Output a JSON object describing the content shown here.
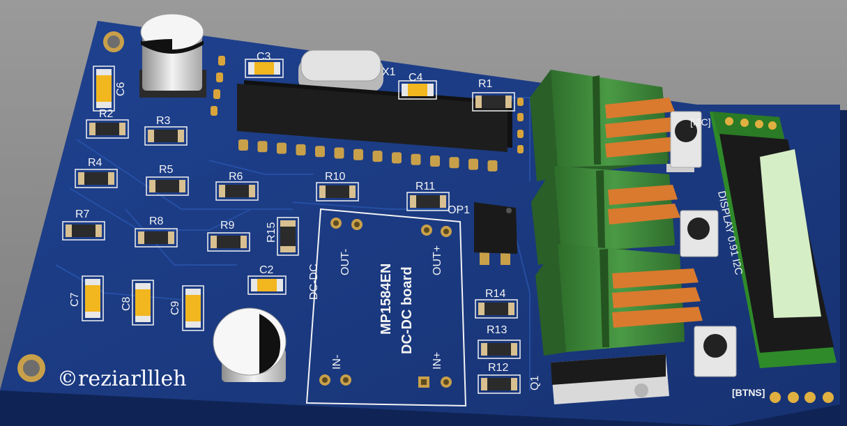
{
  "board": {
    "resistors": [
      "R1",
      "R2",
      "R3",
      "R4",
      "R5",
      "R6",
      "R7",
      "R8",
      "R9",
      "R10",
      "R11",
      "R12",
      "R13",
      "R14",
      "R15"
    ],
    "capacitors": [
      "C2",
      "C3",
      "C4",
      "C6",
      "C7",
      "C8",
      "C9"
    ],
    "crystal": "X1",
    "optocoupler": "OP1",
    "transistor": "Q1",
    "dcdc": {
      "outline_label": "DC-DC",
      "chip": "MP1584EN",
      "board": "DC-DC board",
      "out_minus": "OUT-",
      "out_plus": "OUT+",
      "in_minus": "IN-",
      "in_plus": "IN+"
    },
    "display_label": "DISPLAY 0.91 I2C",
    "i2c_label": "[I2C]",
    "btns_label": "[BTNS]",
    "copyright": "©reziarllleh"
  },
  "colors": {
    "background": "#8a8a8a",
    "pcb": "#1b3a7c",
    "silkscreen": "#f4f4f4",
    "terminal": "#3f8a3a",
    "terminal_screw": "#d97a2e",
    "ic": "#1a1a1a",
    "pad": "#c9a04a"
  }
}
